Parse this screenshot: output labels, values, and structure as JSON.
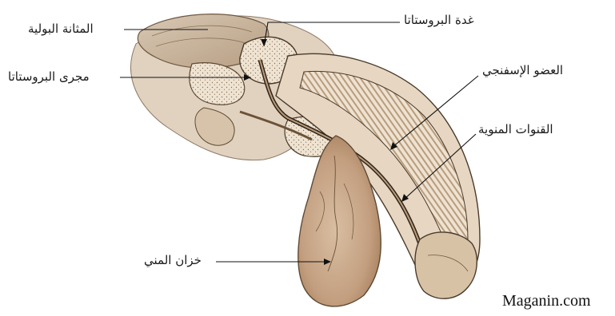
{
  "labels": {
    "bladder": "المثانة البولية",
    "prostate_gland": "غدة البروستاتا",
    "prostatic_duct": "مجرى البروستاتا",
    "corpus_spongiosum": "العضو الإسفنجي",
    "seminal_ducts": "القنوات المنوية",
    "seminal_reservoir": "خزان المني"
  },
  "watermark": "Maganin.com",
  "colors": {
    "tissue_light": "#e9dccd",
    "tissue_mid": "#cdb89c",
    "tissue_dark": "#8a6f52",
    "sac": "#c8a88a",
    "line": "#2a2a2a"
  }
}
